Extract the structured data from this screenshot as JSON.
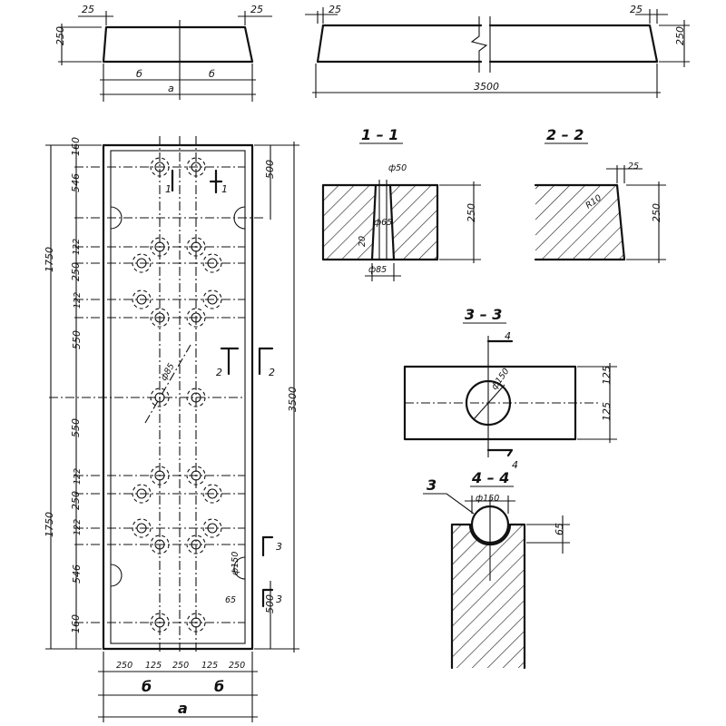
{
  "top_view": {
    "left_taper": "25",
    "right_taper": "25",
    "height": "250",
    "half_left": "б",
    "half_right": "б",
    "width": "а"
  },
  "long_view": {
    "left_taper": "25",
    "right_taper": "25",
    "height": "250",
    "length": "3500"
  },
  "plan": {
    "length_total": "3500",
    "half_upper": "1750",
    "half_lower": "1750",
    "left_dims": [
      "160",
      "546",
      "122",
      "250",
      "122",
      "550",
      "550",
      "122",
      "250",
      "122",
      "546",
      "160"
    ],
    "right_dims": [
      "500",
      "500"
    ],
    "bottom_dims": [
      "250",
      "125",
      "250",
      "125",
      "250"
    ],
    "bottom_half_left": "б",
    "bottom_half_right": "б",
    "bottom_width": "а",
    "hole_dim": "ф85",
    "notch_dia": "ф150",
    "notch_depth": "65",
    "cut_1": "1",
    "cut_2": "2",
    "cut_3": "3"
  },
  "section_1": {
    "title": "1 – 1",
    "top_dia": "ф50",
    "mid_dia": "ф65",
    "bottom_dia": "ф85",
    "depth": "20",
    "height": "250"
  },
  "section_2": {
    "title": "2 – 2",
    "chamfer": "25",
    "radius": "R10",
    "height": "250"
  },
  "section_3": {
    "title": "3 – 3",
    "dia": "ф150",
    "upper": "125",
    "lower": "125",
    "cut_label": "4"
  },
  "section_4": {
    "title": "4 – 4",
    "dia": "ф150",
    "depth": "65",
    "leader": "3"
  }
}
